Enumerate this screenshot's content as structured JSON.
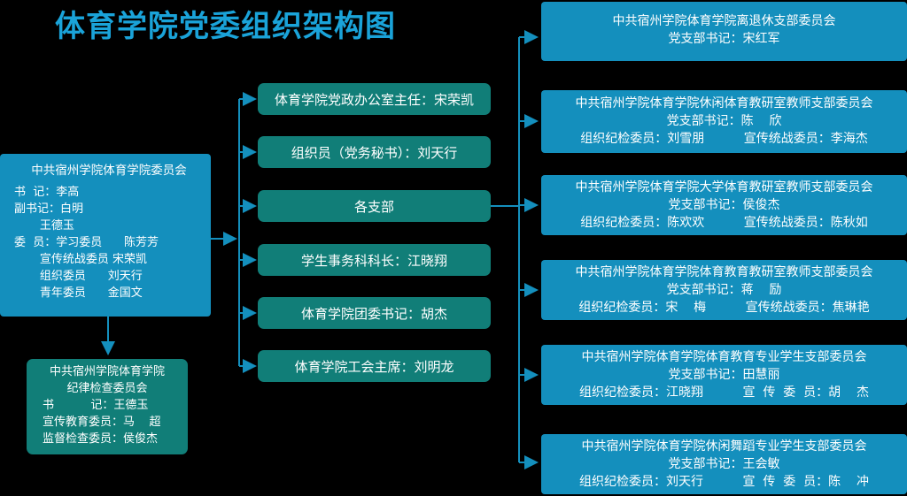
{
  "title": "体育学院党委组织架构图",
  "party_committee": {
    "name": "中共宿州学院体育学院委员会",
    "lines": [
      "书  记：李高",
      "副书记：白明",
      "       王德玉",
      "委  员：学习委员      陈芳芳",
      "       宣传统战委员 宋荣凯",
      "       组织委员      刘天行",
      "       青年委员      金国文"
    ]
  },
  "discipline_committee": {
    "name_line1": "中共宿州学院体育学院",
    "name_line2": "纪律检查委员会",
    "lines": [
      "书          记：王德玉",
      "宣传教育委员：马    超",
      "监督检查委员：侯俊杰"
    ]
  },
  "middle": [
    "体育学院党政办公室主任：宋荣凯",
    "组织员（党务秘书）：刘天行",
    "各支部",
    "学生事务科科长：江晓翔",
    "体育学院团委书记：胡杰",
    "体育学院工会主席：刘明龙"
  ],
  "branches": [
    {
      "name": "中共宿州学院体育学院离退休支部委员会",
      "lines": [
        "党支部书记：宋红军"
      ]
    },
    {
      "name": "中共宿州学院体育学院休闲体育教研室教师支部委员会",
      "lines": [
        "党支部书记：陈    欣",
        "组织纪检委员：刘雪朋          宣传统战委员：李海杰"
      ]
    },
    {
      "name": "中共宿州学院体育学院大学体育教研室教师支部委员会",
      "lines": [
        "党支部书记：侯俊杰",
        "组织纪检委员：陈欢欢          宣传统战委员：陈秋如"
      ]
    },
    {
      "name": "中共宿州学院体育学院体育教育教研室教师支部委员会",
      "lines": [
        "党支部书记：蒋    励",
        "组织纪检委员：宋    梅          宣传统战委员：焦琳艳"
      ]
    },
    {
      "name": "中共宿州学院体育学院体育教育专业学生支部委员会",
      "lines": [
        "党支部书记：田慧丽",
        "组织纪检委员：江晓翔          宣  传  委  员：胡    杰"
      ]
    },
    {
      "name": "中共宿州学院体育学院休闲舞蹈专业学生支部委员会",
      "lines": [
        "党支部书记：王会敏",
        "组织纪检委员：刘天行          宣  传  委  员：陈    冲"
      ]
    }
  ],
  "colors": {
    "background": "#000000",
    "title": "#1aa3d9",
    "blue_box": "#148fbd",
    "teal_box": "#117e78",
    "line": "#148fbd"
  }
}
